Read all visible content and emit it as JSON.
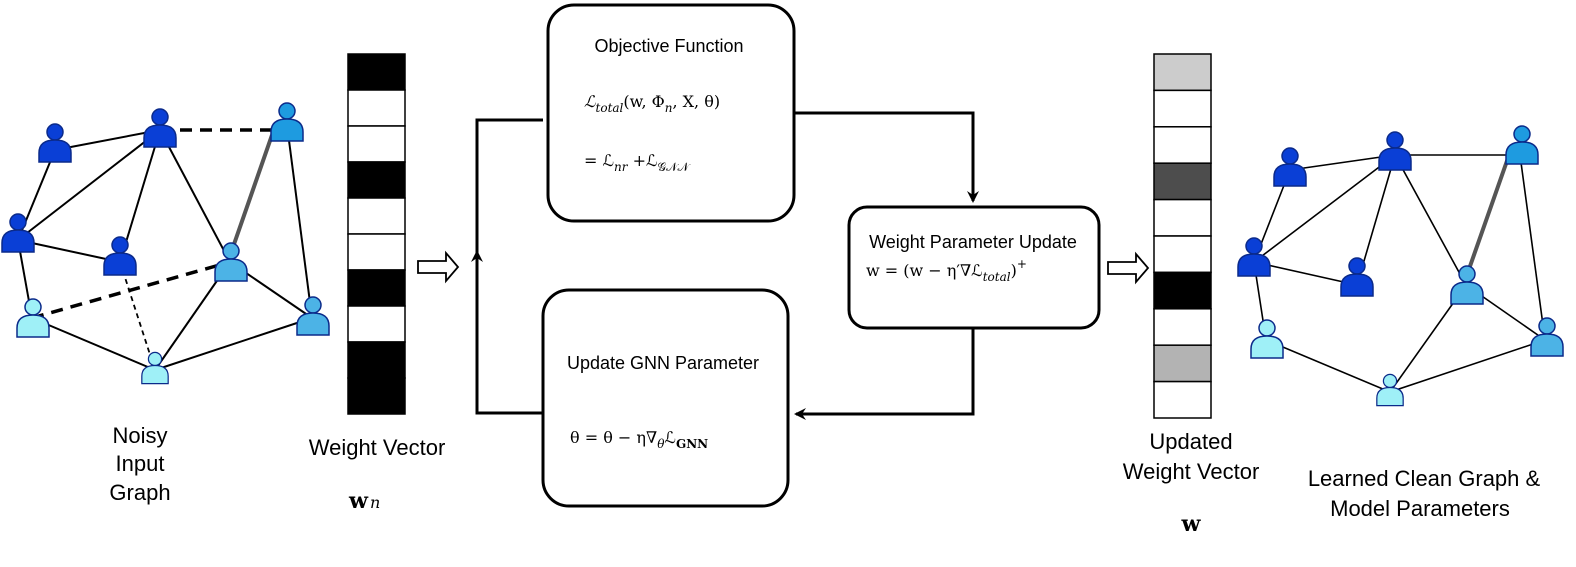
{
  "labels": {
    "noisy_graph": [
      "Noisy",
      "Input",
      "Graph"
    ],
    "weight_vector": "Weight Vector",
    "weight_vector_symbol": "w",
    "weight_vector_subscript": "n",
    "updated_weight_vector": [
      "Updated",
      "Weight Vector"
    ],
    "updated_weight_symbol": "w",
    "clean_graph": [
      "Learned Clean Graph &",
      "Model Parameters"
    ]
  },
  "boxes": {
    "objective": {
      "title": "Objective Function",
      "line1_main": "ℒ",
      "line1_sub": "total",
      "line1_args": "(w, Φ",
      "line1_args_sub": "n",
      "line1_rest": ", X, θ)",
      "line2_eq": "= ℒ",
      "line2_sub1": "nr",
      "line2_plus": " +ℒ",
      "line2_sub2": "𝒢𝒩𝒩"
    },
    "weight_update": {
      "title": "Weight Parameter Update",
      "eq_start": "w = (w − η′∇ℒ",
      "eq_sub": "total",
      "eq_end": ")",
      "eq_sup": "+"
    },
    "gnn_update": {
      "title": "Update GNN Parameter",
      "eq_start": "θ = θ − η∇",
      "eq_sub1": "θ",
      "eq_mid": "ℒ",
      "eq_sub2": "GNN"
    }
  },
  "weight_vector_cells": [
    "#000000",
    "#ffffff",
    "#ffffff",
    "#000000",
    "#ffffff",
    "#ffffff",
    "#000000",
    "#ffffff",
    "#000000",
    "#000000"
  ],
  "updated_vector_cells": [
    "#cccccc",
    "#ffffff",
    "#ffffff",
    "#4d4d4d",
    "#ffffff",
    "#ffffff",
    "#000000",
    "#ffffff",
    "#b3b3b3",
    "#ffffff"
  ],
  "colors": {
    "dark_blue": "#0a3fd6",
    "mid_blue": "#1e9be0",
    "light_blue": "#4cb3e6",
    "pale_cyan": "#9ff0f7"
  }
}
